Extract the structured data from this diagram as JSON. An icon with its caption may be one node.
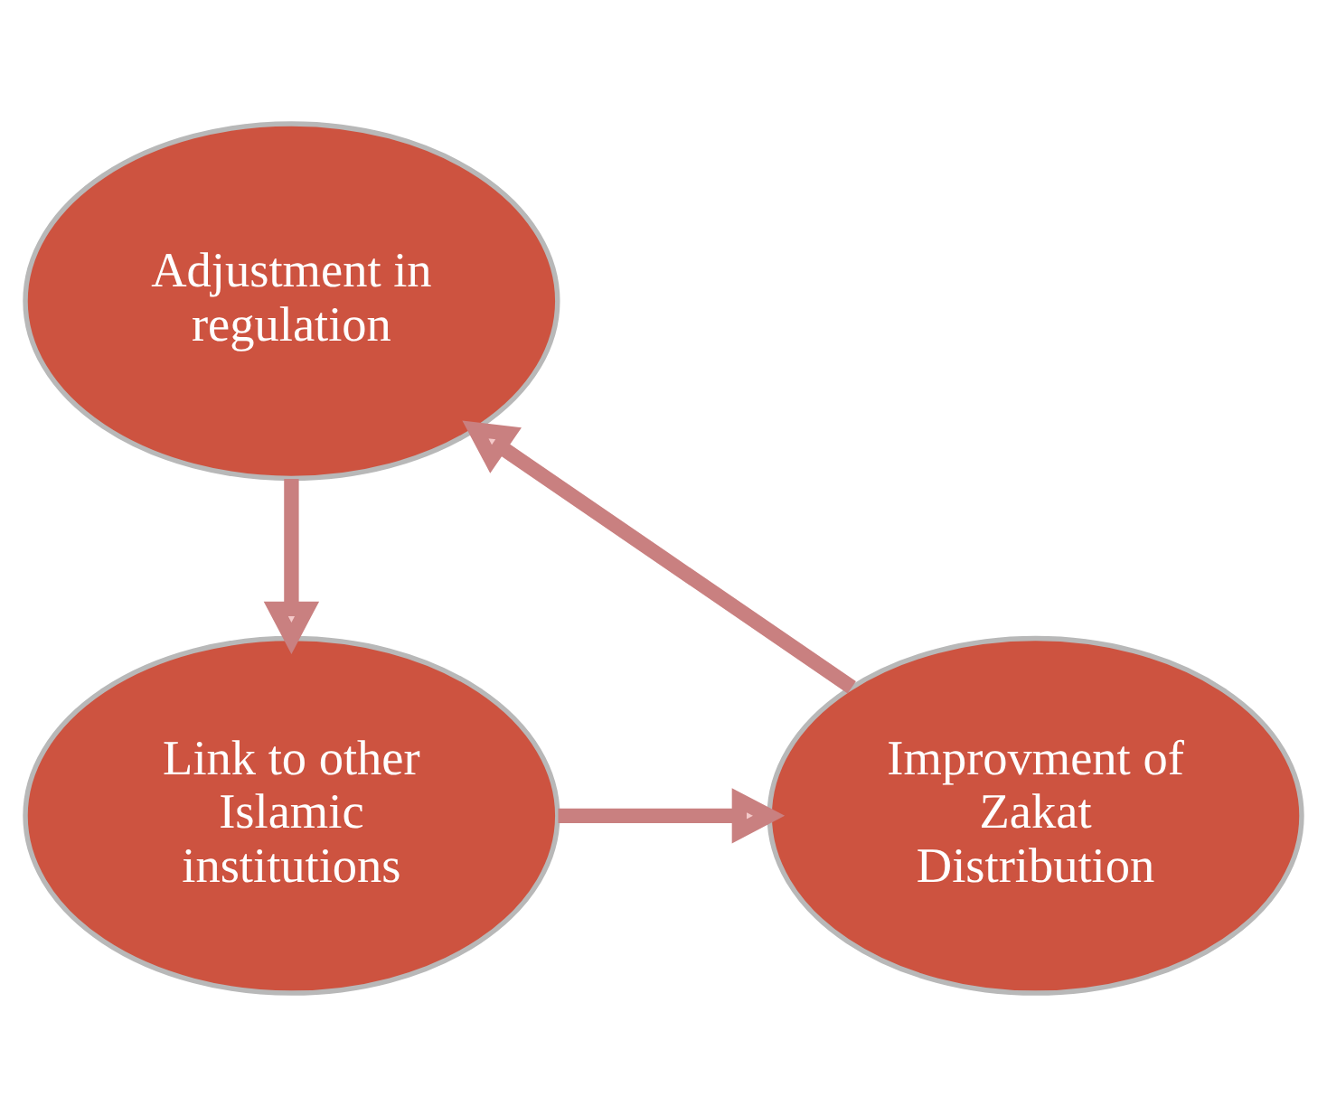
{
  "diagram": {
    "nodes": [
      {
        "text": [
          "Adjustment in regulation"
        ]
      },
      {
        "text": [
          "Improvment of Zakat Distribution"
        ]
      },
      {
        "text": [
          "Link to other Islamic institutions"
        ]
      }
    ],
    "edges": [
      {
        "from": 0,
        "to": 2,
        "arrow": "to"
      },
      {
        "from": 2,
        "to": 1,
        "arrow": "to"
      },
      {
        "from": 1,
        "to": 0,
        "arrow": "to"
      }
    ]
  }
}
